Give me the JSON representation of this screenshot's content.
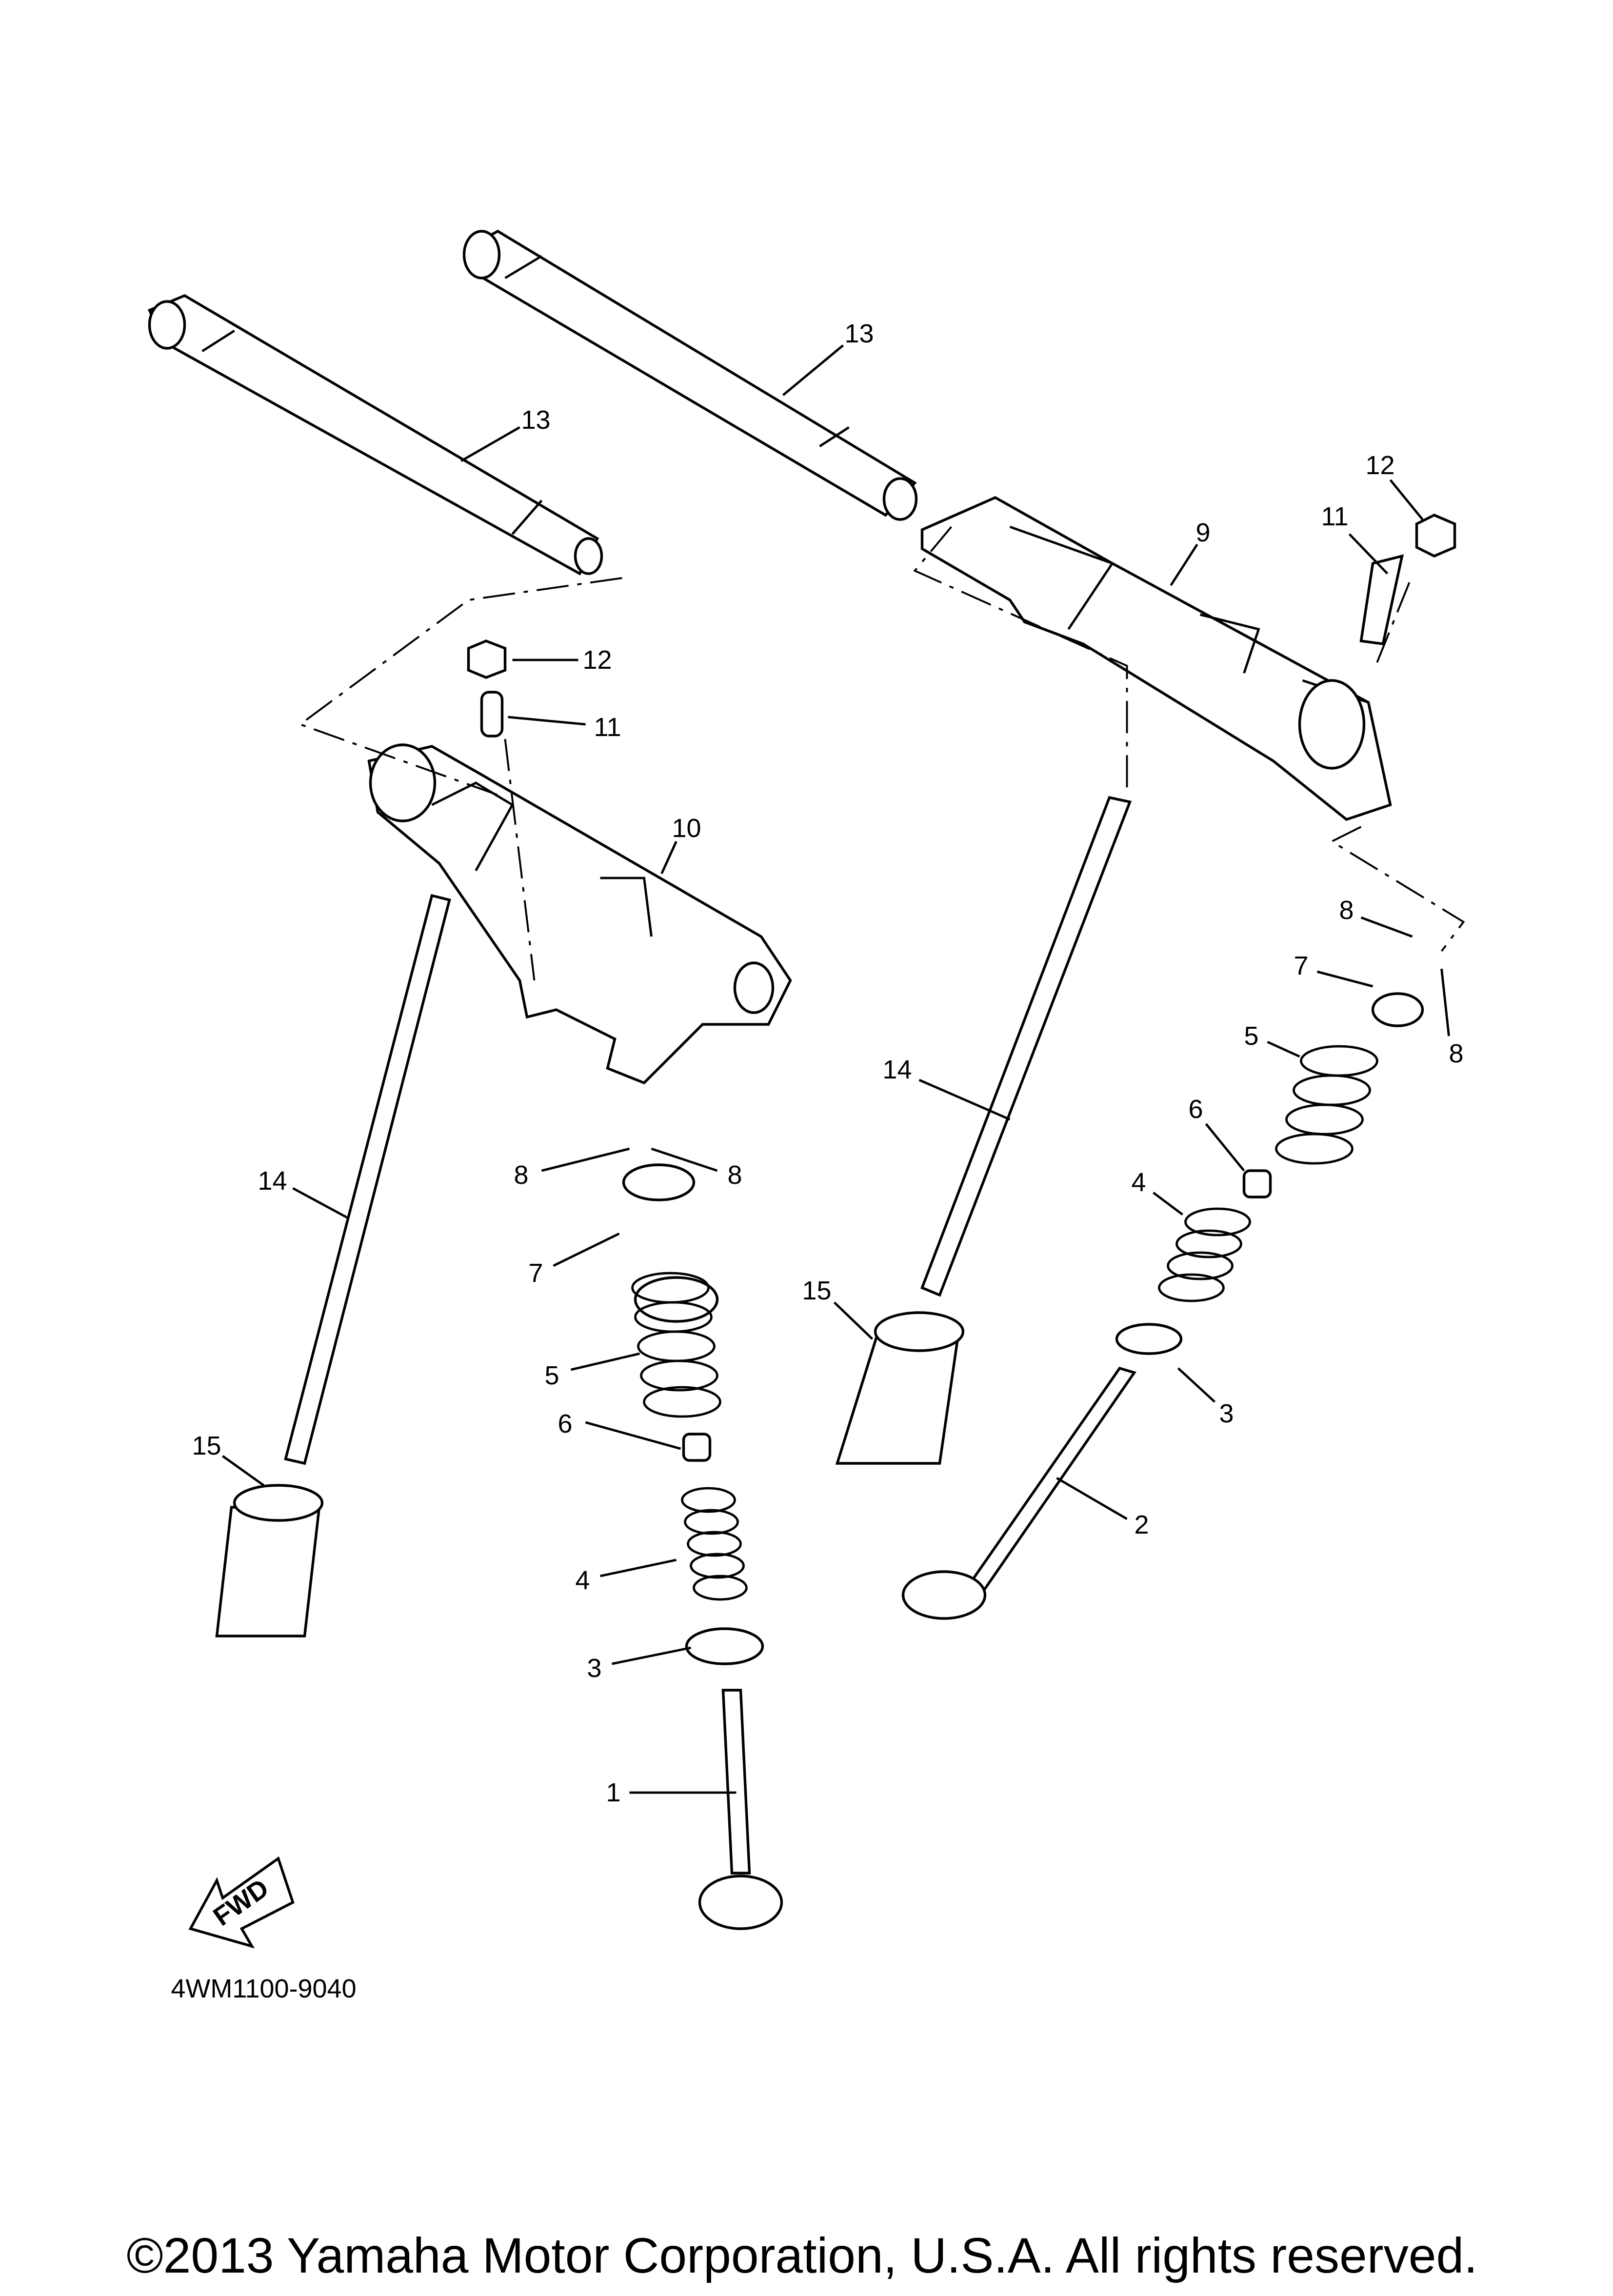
{
  "diagram": {
    "callouts": [
      "13",
      "13",
      "12",
      "11",
      "9",
      "12",
      "11",
      "10",
      "8",
      "7",
      "8",
      "5",
      "14",
      "6",
      "4",
      "8",
      "8",
      "14",
      "7",
      "15",
      "5",
      "3",
      "6",
      "15",
      "2",
      "4",
      "3",
      "1"
    ],
    "fwd_label": "FWD",
    "part_number": "4WM1100-9040",
    "copyright": "©2013 Yamaha Motor Corporation, U.S.A. All rights reserved."
  }
}
